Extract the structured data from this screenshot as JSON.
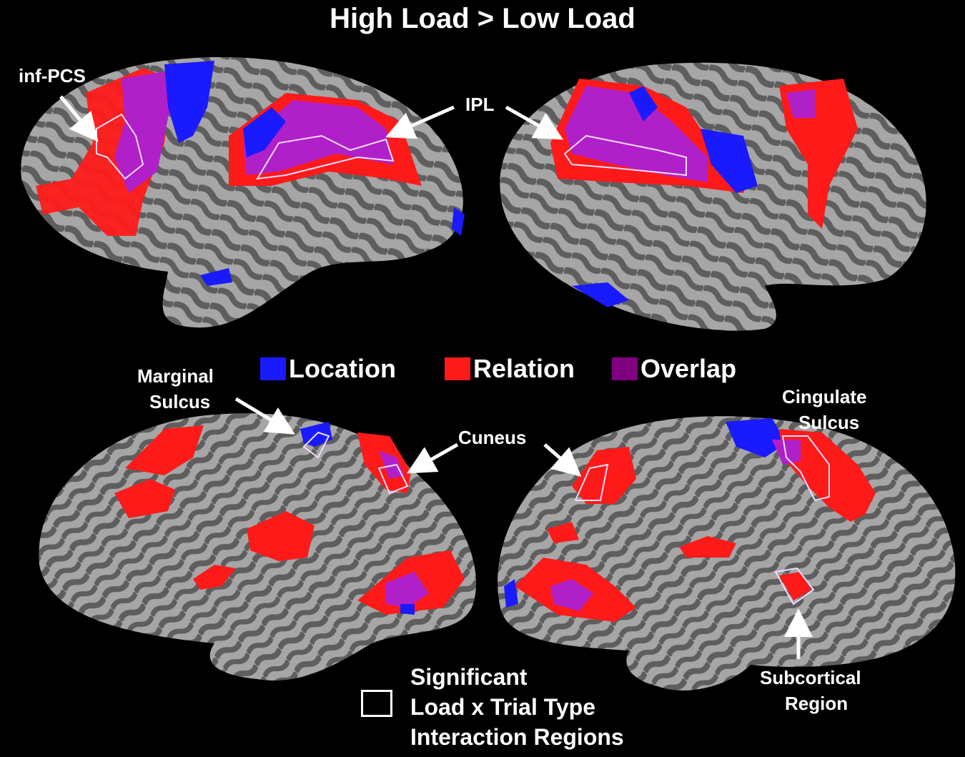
{
  "title": "High Load > Low Load",
  "legend": [
    {
      "label": "Location",
      "color": "#1a1aff"
    },
    {
      "label": "Relation",
      "color": "#ff1a1a"
    },
    {
      "label": "Overlap",
      "color": "#800080"
    }
  ],
  "labels": {
    "inf_pcs": "inf-PCS",
    "ipl": "IPL",
    "marginal_sulcus_1": "Marginal",
    "marginal_sulcus_2": "Sulcus",
    "cuneus": "Cuneus",
    "cingulate_sulcus_1": "Cingulate",
    "cingulate_sulcus_2": "Sulcus",
    "subcortical_1": "Subcortical",
    "subcortical_2": "Region"
  },
  "significance_key": {
    "line1": "Significant",
    "line2": "Load x Trial Type",
    "line3": "Interaction Regions"
  },
  "colors": {
    "background": "#000000",
    "gyrus": "#a6a6a6",
    "sulcus": "#5e5e5e",
    "location": "#1a1aff",
    "relation": "#ff1a1a",
    "overlap": "#b020c8",
    "outline": "#f3dcff"
  }
}
